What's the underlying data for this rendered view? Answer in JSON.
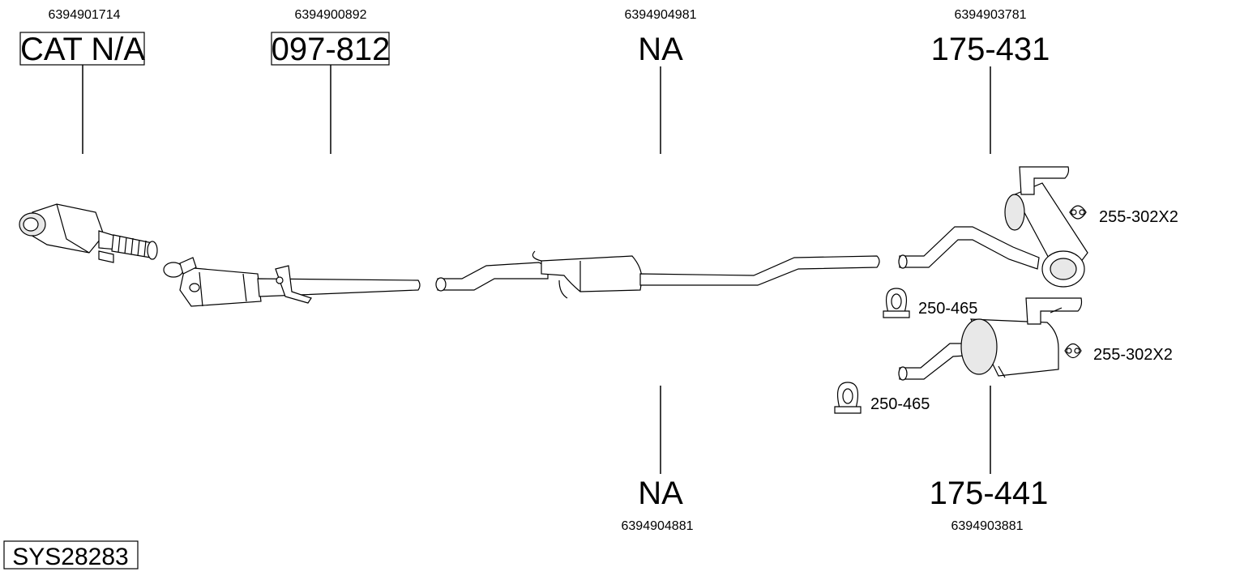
{
  "system_code": "SYS28283",
  "parts": [
    {
      "id": "catalyst",
      "oem": "6394901714",
      "code": "CAT N/A",
      "boxed": true
    },
    {
      "id": "front-pipe",
      "oem": "6394900892",
      "code": "097-812",
      "boxed": true
    },
    {
      "id": "middle-silencer",
      "oem": "6394904981",
      "code": "NA",
      "boxed": false
    },
    {
      "id": "rear-silencer-upper",
      "oem": "6394903781",
      "code": "175-431",
      "boxed": false
    },
    {
      "id": "middle-pipe",
      "oem": "6394904881",
      "code": "NA",
      "boxed": false
    },
    {
      "id": "rear-silencer-lower",
      "oem": "6394903881",
      "code": "175-441",
      "boxed": false
    }
  ],
  "accessories": [
    {
      "id": "rubber-mount-upper",
      "code": "255-302X2",
      "icon": "rubber-mount-icon"
    },
    {
      "id": "clamp-upper",
      "code": "250-465",
      "icon": "clamp-icon"
    },
    {
      "id": "rubber-mount-lower",
      "code": "255-302X2",
      "icon": "rubber-mount-icon"
    },
    {
      "id": "clamp-lower",
      "code": "250-465",
      "icon": "clamp-icon"
    }
  ]
}
